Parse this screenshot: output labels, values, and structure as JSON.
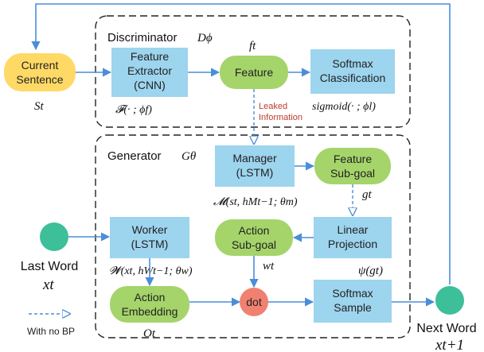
{
  "discriminator": {
    "title": "Discriminator",
    "symbol": "Dϕ",
    "feature_extractor": {
      "line1": "Feature",
      "line2": "Extractor",
      "line3": "(CNN)",
      "formula": "𝓕(· ; ϕf)"
    },
    "feature": {
      "label": "Feature",
      "symbol": "ft"
    },
    "softmax": {
      "line1": "Softmax",
      "line2": "Classification",
      "formula": "sigmoid(· ; ϕl)"
    }
  },
  "current_sentence": {
    "line1": "Current",
    "line2": "Sentence",
    "symbol": "St"
  },
  "leaked": {
    "line1": "Leaked",
    "line2": "Information"
  },
  "generator": {
    "title": "Generator",
    "symbol": "Gθ",
    "manager": {
      "line1": "Manager",
      "line2": "(LSTM)",
      "formula": "𝓜(st, hMt−1; θm)"
    },
    "feature_subgoal": {
      "line1": "Feature",
      "line2": "Sub-goal",
      "symbol": "gt"
    },
    "linear_projection": {
      "line1": "Linear",
      "line2": "Projection",
      "formula": "ψ(gt)"
    },
    "action_subgoal": {
      "line1": "Action",
      "line2": "Sub-goal",
      "symbol": "wt"
    },
    "worker": {
      "line1": "Worker",
      "line2": "(LSTM)",
      "formula": "𝓦(xt, hWt−1; θw)"
    },
    "action_embedding": {
      "line1": "Action",
      "line2": "Embedding",
      "symbol": "Ot"
    },
    "dot": {
      "label": "dot"
    },
    "softmax_sample": {
      "line1": "Softmax",
      "line2": "Sample"
    }
  },
  "last_word": {
    "label": "Last Word",
    "symbol": "xt"
  },
  "next_word": {
    "label": "Next Word",
    "symbol": "xt+1"
  },
  "legend": {
    "label": "With no BP"
  },
  "colors": {
    "blue_box": "#9dd4ee",
    "green_node": "#a5d46a",
    "yellow_node": "#ffd966",
    "teal_node": "#3dbf9a",
    "dot_node": "#f08070",
    "arrow": "#4a8ed8",
    "leak_text": "#c0392b"
  }
}
